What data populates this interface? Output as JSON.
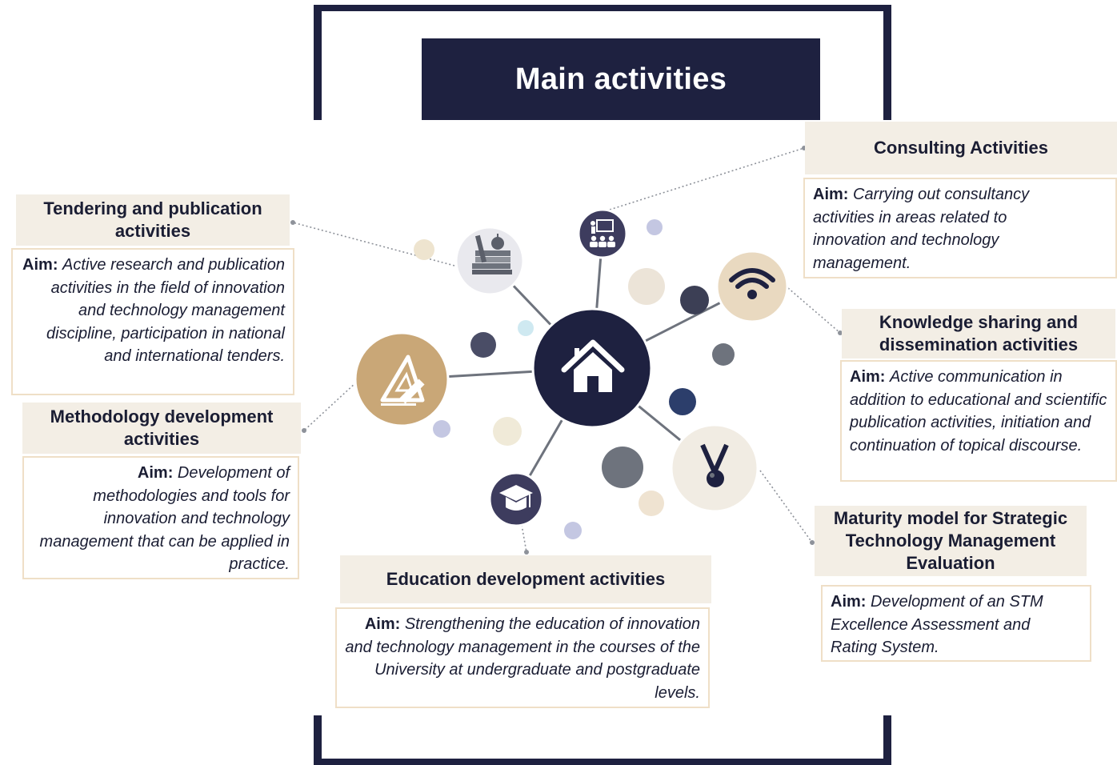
{
  "title": "Main activities",
  "center_icon": "home-icon",
  "colors": {
    "navy": "#1e2140",
    "tan": "#c9a777",
    "cream_head": "#f3eee5",
    "box_border": "#efdfc7",
    "grey_dot": "#6e737d"
  },
  "activities": [
    {
      "id": "tendering",
      "heading": "Tendering and publication activities",
      "aim_label": "Aim",
      "aim_sep": ": ",
      "aim_text": "Active research and publication activities in the field of innovation and technology management discipline, participation in national and international tenders.",
      "icon": "books-apple-icon"
    },
    {
      "id": "methodology",
      "heading": "Methodology development activities",
      "aim_label": "Aim:",
      "aim_sep": " ",
      "aim_text": "Development of methodologies and tools for innovation and technology management that can be applied in practice.",
      "icon": "set-square-pencil-icon"
    },
    {
      "id": "education",
      "heading": "Education development activities",
      "aim_label": "Aim",
      "aim_sep": ": ",
      "aim_text": "Strengthening the education of innovation and technology management in the courses of the University at undergraduate and postgraduate levels.",
      "icon": "graduation-cap-icon"
    },
    {
      "id": "consulting",
      "heading": "Consulting Activities",
      "aim_label": "Aim",
      "aim_sep": ": ",
      "aim_text": "Carrying out consultancy activities in areas related to innovation and technology management.",
      "icon": "presentation-icon"
    },
    {
      "id": "knowledge",
      "heading": "Knowledge sharing and dissemination activities",
      "aim_label": "Aim:",
      "aim_sep": " ",
      "aim_text": "Active communication in addition to educational and scientific publication activities, initiation and continuation of topical discourse.",
      "icon": "wifi-icon"
    },
    {
      "id": "maturity",
      "heading": "Maturity model for Strategic Technology Management Evaluation",
      "aim_label": "Aim",
      "aim_sep": ": ",
      "aim_text": "Development of an STM Excellence Assessment and Rating System.",
      "icon": "medal-icon"
    }
  ]
}
